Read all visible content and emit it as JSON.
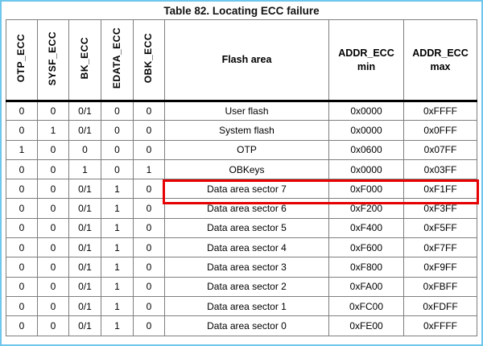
{
  "frame": {
    "border_color": "#6ec6ed"
  },
  "title": "Table 82. Locating ECC failure",
  "table": {
    "rotated_headers": [
      "OTP_ECC",
      "SYSF_ECC",
      "BK_ECC",
      "EDATA_ECC",
      "OBK_ECC"
    ],
    "headers": {
      "flash_area": "Flash area",
      "addr_min": "ADDR_ECC min",
      "addr_max": "ADDR_ECC max"
    },
    "rows": [
      {
        "cells": [
          "0",
          "0",
          "0/1",
          "0",
          "0",
          "User flash",
          "0x0000",
          "0xFFFF"
        ]
      },
      {
        "cells": [
          "0",
          "1",
          "0/1",
          "0",
          "0",
          "System flash",
          "0x0000",
          "0x0FFF"
        ]
      },
      {
        "cells": [
          "1",
          "0",
          "0",
          "0",
          "0",
          "OTP",
          "0x0600",
          "0x07FF"
        ]
      },
      {
        "cells": [
          "0",
          "0",
          "1",
          "0",
          "1",
          "OBKeys",
          "0x0000",
          "0x03FF"
        ]
      },
      {
        "cells": [
          "0",
          "0",
          "0/1",
          "1",
          "0",
          "Data area sector 7",
          "0xF000",
          "0xF1FF"
        ]
      },
      {
        "cells": [
          "0",
          "0",
          "0/1",
          "1",
          "0",
          "Data area sector 6",
          "0xF200",
          "0xF3FF"
        ]
      },
      {
        "cells": [
          "0",
          "0",
          "0/1",
          "1",
          "0",
          "Data area sector 5",
          "0xF400",
          "0xF5FF"
        ]
      },
      {
        "cells": [
          "0",
          "0",
          "0/1",
          "1",
          "0",
          "Data area sector 4",
          "0xF600",
          "0xF7FF"
        ]
      },
      {
        "cells": [
          "0",
          "0",
          "0/1",
          "1",
          "0",
          "Data area sector 3",
          "0xF800",
          "0xF9FF"
        ]
      },
      {
        "cells": [
          "0",
          "0",
          "0/1",
          "1",
          "0",
          "Data area sector 2",
          "0xFA00",
          "0xFBFF"
        ]
      },
      {
        "cells": [
          "0",
          "0",
          "0/1",
          "1",
          "0",
          "Data area sector 1",
          "0xFC00",
          "0xFDFF"
        ]
      },
      {
        "cells": [
          "0",
          "0",
          "0/1",
          "1",
          "0",
          "Data area sector 0",
          "0xFE00",
          "0xFFFF"
        ]
      }
    ],
    "highlight": {
      "row_label": "Data area sector 7",
      "color": "#e60000"
    }
  }
}
